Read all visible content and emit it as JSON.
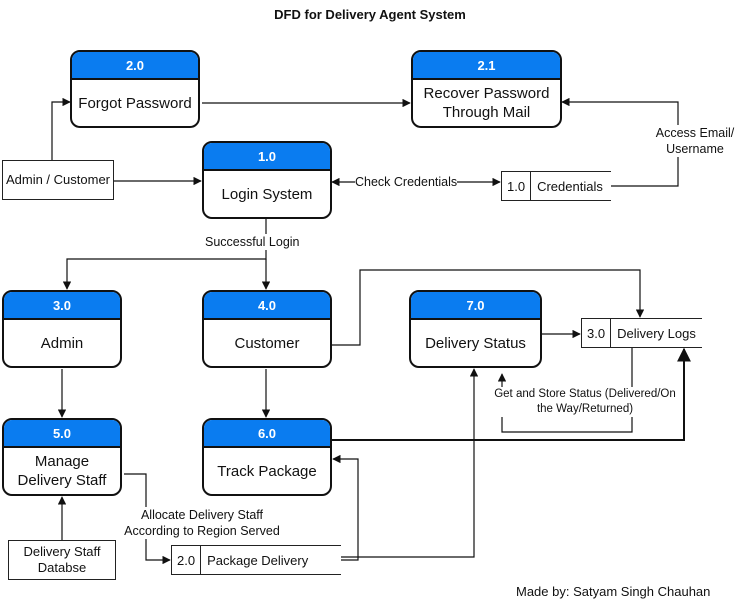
{
  "title": "DFD for Delivery Agent System",
  "processes": {
    "forgot_password": {
      "id": "2.0",
      "name": "Forgot Password"
    },
    "recover_password": {
      "id": "2.1",
      "name": "Recover Password Through Mail"
    },
    "login_system": {
      "id": "1.0",
      "name": "Login System"
    },
    "admin": {
      "id": "3.0",
      "name": "Admin"
    },
    "customer": {
      "id": "4.0",
      "name": "Customer"
    },
    "delivery_status": {
      "id": "7.0",
      "name": "Delivery Status"
    },
    "manage_delivery_staff": {
      "id": "5.0",
      "name": "Manage Delivery Staff"
    },
    "track_package": {
      "id": "6.0",
      "name": "Track Package"
    }
  },
  "entities": {
    "admin_customer": "Admin / Customer",
    "delivery_staff_db": "Delivery Staff Databse"
  },
  "stores": {
    "credentials": {
      "id": "1.0",
      "name": "Credentials"
    },
    "delivery_logs": {
      "id": "3.0",
      "name": "Delivery Logs"
    },
    "package_delivery": {
      "id": "2.0",
      "name": "Package Delivery"
    }
  },
  "flows": {
    "check_credentials": "Check Credentials",
    "access_email": "Access Email/ Username",
    "successful_login": "Successful Login",
    "get_store_status": "Get and Store Status (Delivered/On the Way/Returned)",
    "allocate_staff": "Allocate Delivery Staff According to Region Served"
  },
  "credit": "Made by: Satyam Singh Chauhan"
}
